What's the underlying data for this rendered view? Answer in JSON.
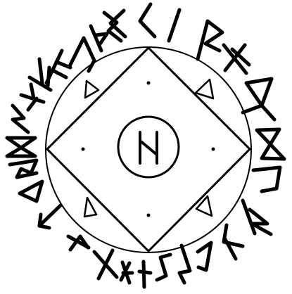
{
  "colors": {
    "ink": "#000000",
    "background": "#ffffff"
  },
  "center_rune": {
    "name": "hagalaz",
    "glyph": "ᚺ"
  },
  "ring_runes": [
    {
      "name": "fehu",
      "glyph": "ᚠ"
    },
    {
      "name": "uruz",
      "glyph": "ᚢ"
    },
    {
      "name": "thurisaz",
      "glyph": "ᚦ"
    },
    {
      "name": "ansuz",
      "glyph": "ᚨ"
    },
    {
      "name": "raidho",
      "glyph": "ᚱ"
    },
    {
      "name": "kenaz",
      "glyph": "ᚲ"
    },
    {
      "name": "gebo",
      "glyph": "ᚷ"
    },
    {
      "name": "wunjo",
      "glyph": "ᚹ"
    },
    {
      "name": "hagalaz",
      "glyph": "ᚺ"
    },
    {
      "name": "naudhiz",
      "glyph": "ᚾ"
    },
    {
      "name": "isa",
      "glyph": "ᛁ"
    },
    {
      "name": "jera",
      "glyph": "ᛃ"
    },
    {
      "name": "eihwaz",
      "glyph": "ᛇ"
    },
    {
      "name": "perthro",
      "glyph": "ᛈ"
    },
    {
      "name": "algiz",
      "glyph": "ᛉ"
    },
    {
      "name": "sowilo",
      "glyph": "ᛊ"
    },
    {
      "name": "tiwaz",
      "glyph": "ᛏ"
    },
    {
      "name": "berkano",
      "glyph": "ᛒ"
    },
    {
      "name": "ehwaz",
      "glyph": "ᛖ"
    },
    {
      "name": "mannaz",
      "glyph": "ᛗ"
    },
    {
      "name": "laguz",
      "glyph": "ᛚ"
    },
    {
      "name": "ingwaz",
      "glyph": "ᛜ"
    },
    {
      "name": "othala",
      "glyph": "ᛟ"
    },
    {
      "name": "dagaz",
      "glyph": "ᛞ"
    }
  ]
}
